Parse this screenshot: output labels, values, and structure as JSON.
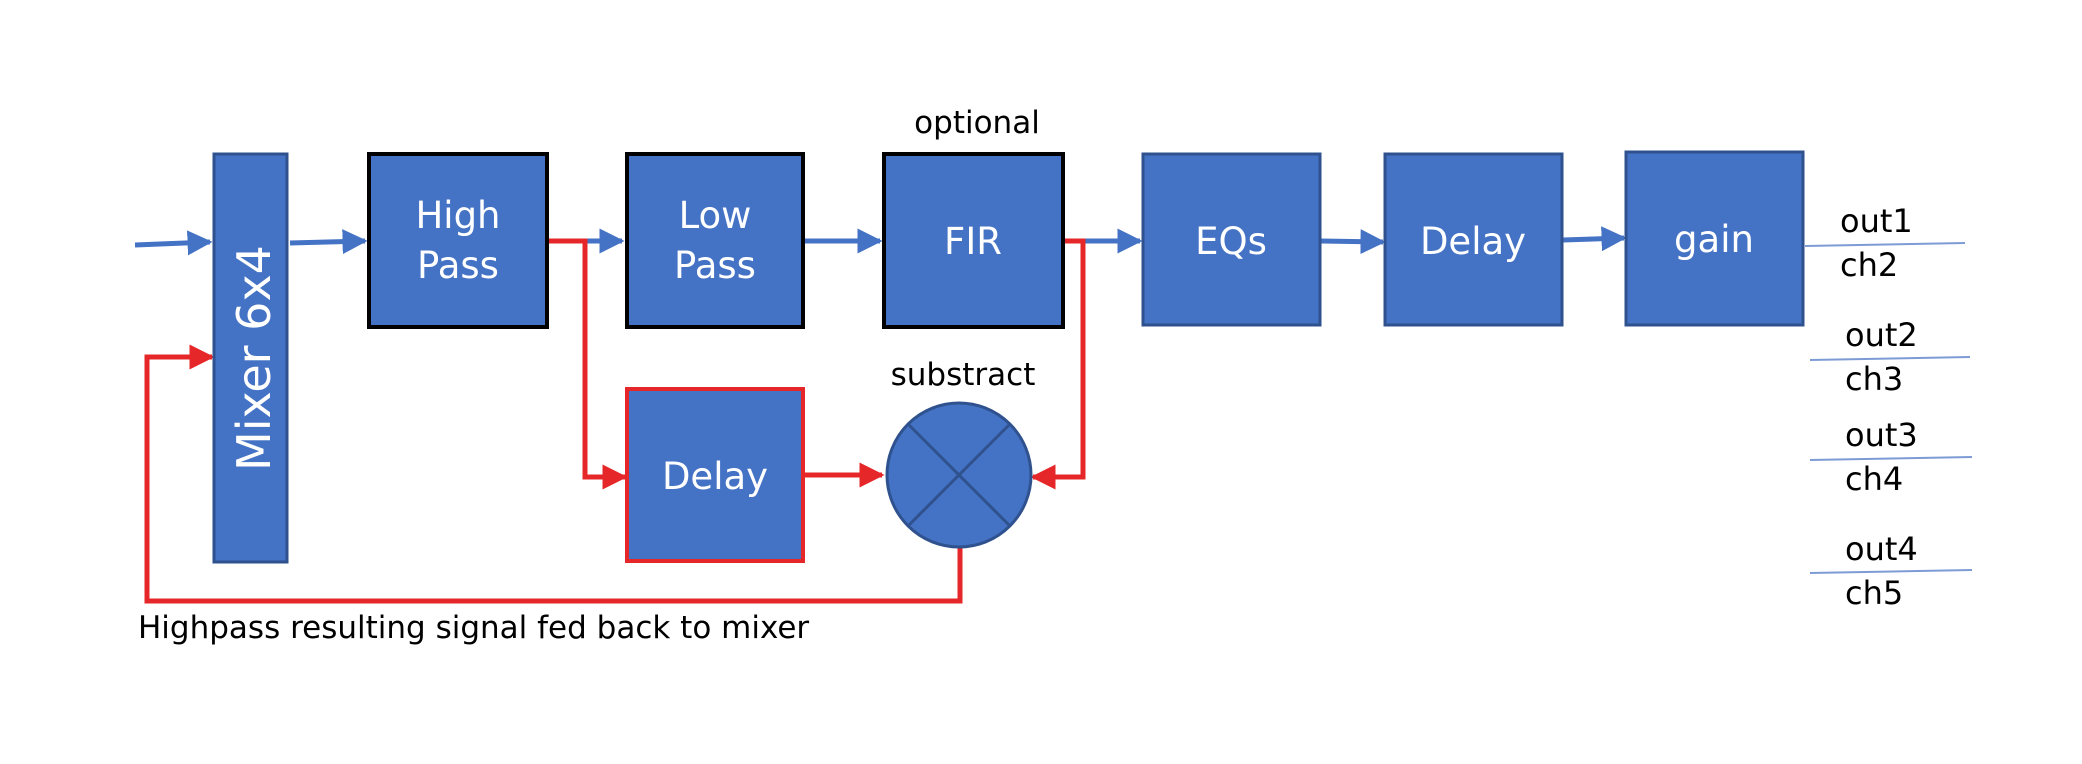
{
  "blocks": {
    "mixer": "Mixer 6x4",
    "highpass": [
      "High",
      "Pass"
    ],
    "lowpass": [
      "Low",
      "Pass"
    ],
    "fir": "FIR",
    "eqs": "EQs",
    "delay_main": "Delay",
    "gain": "gain",
    "delay_branch": "Delay"
  },
  "labels": {
    "optional": "optional",
    "substract": "substract",
    "feedback": "Highpass resulting signal fed back to mixer"
  },
  "outputs": [
    {
      "out": "out1",
      "ch": "ch2"
    },
    {
      "out": "out2",
      "ch": "ch3"
    },
    {
      "out": "out3",
      "ch": "ch4"
    },
    {
      "out": "out4",
      "ch": "ch5"
    }
  ],
  "colors": {
    "block_fill": "#4472C4",
    "block_border_dark": "#2F528F",
    "highlight_border": "#000000",
    "branch_border": "#E6272A",
    "signal_blue": "#4472C4",
    "feedback_red": "#E6272A",
    "output_line": "#7D9BD4"
  }
}
